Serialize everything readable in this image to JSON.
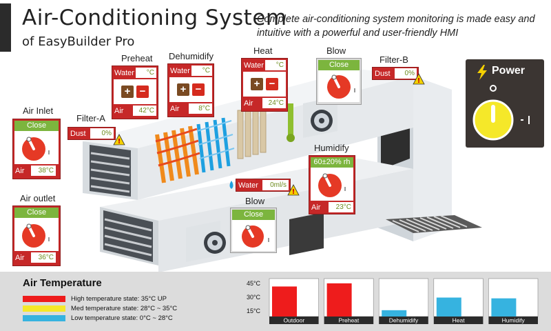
{
  "header": {
    "title": "Air-Conditioning System",
    "subtitle": "of EasyBuilder Pro",
    "tagline": "Complete air-conditioning system monitoring is made easy and intuitive with a powerful and user-friendly HMI"
  },
  "air_inlet": {
    "label": "Air Inlet",
    "state": "Close",
    "air_label": "Air",
    "air_value": "38°C"
  },
  "air_outlet": {
    "label": "Air outlet",
    "state": "Close",
    "air_label": "Air",
    "air_value": "36°C"
  },
  "filter_a": {
    "label": "Filter-A",
    "dust_label": "Dust",
    "dust_value": "0%"
  },
  "filter_b": {
    "label": "Filter-B",
    "dust_label": "Dust",
    "dust_value": "0%"
  },
  "preheat": {
    "label": "Preheat",
    "water_label": "Water",
    "water_value": "°C",
    "air_label": "Air",
    "air_value": "42°C",
    "plus": "+",
    "minus": "−"
  },
  "dehumidify": {
    "label": "Dehumidify",
    "water_label": "Water",
    "water_value": "°C",
    "air_label": "Air",
    "air_value": "8°C",
    "plus": "+",
    "minus": "−"
  },
  "heat": {
    "label": "Heat",
    "water_label": "Water",
    "water_value": "°C",
    "air_label": "Air",
    "air_value": "24°C",
    "plus": "+",
    "minus": "−"
  },
  "blow_top": {
    "label": "Blow",
    "state": "Close"
  },
  "blow_bottom": {
    "label": "Blow",
    "state": "Close"
  },
  "humidify": {
    "label": "Humidify",
    "state": "60±20% rh",
    "air_label": "Air",
    "air_value": "23°C"
  },
  "water_flow": {
    "label": "Water",
    "value": "0ml/s"
  },
  "power": {
    "label": "Power"
  },
  "legend": {
    "title": "Air Temperature",
    "items": [
      {
        "text": "High temperature state: 35°C UP",
        "color": "#ee1c1c"
      },
      {
        "text": "Med temperature state: 28°C ~ 35°C",
        "color": "#f5e829"
      },
      {
        "text": "Low temperature state: 0°C ~ 28°C",
        "color": "#36b3e0"
      }
    ]
  },
  "chart_data": {
    "type": "bar",
    "categories": [
      "Outdoor",
      "Preheat",
      "Dehumidify",
      "Heat",
      "Humidify"
    ],
    "values": [
      38,
      42,
      8,
      24,
      23
    ],
    "colors": [
      "#ee1c1c",
      "#ee1c1c",
      "#36b3e0",
      "#36b3e0",
      "#36b3e0"
    ],
    "yticks": [
      "45°C",
      "30°C",
      "15°C"
    ],
    "ylim": [
      0,
      48
    ]
  }
}
